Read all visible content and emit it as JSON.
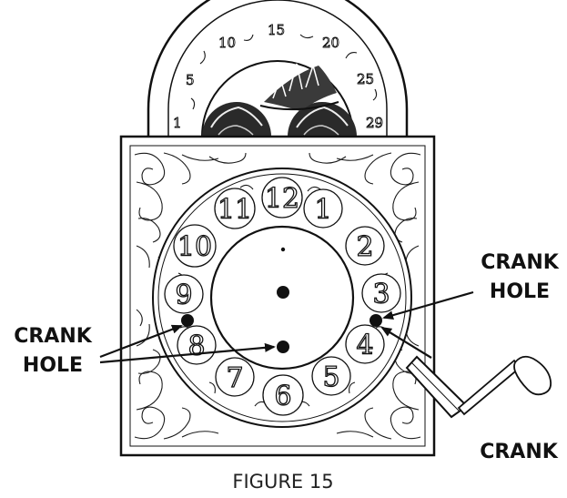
{
  "labels": {
    "crank_hole_right_line1": "CRANK",
    "crank_hole_right_line2": "HOLE",
    "crank_hole_left_line1": "CRANK",
    "crank_hole_left_line2": "HOLE",
    "crank": "CRANK"
  },
  "caption": "FIGURE 15",
  "dial_numerals": [
    "12",
    "1",
    "2",
    "3",
    "4",
    "5",
    "6",
    "7",
    "8",
    "9",
    "10",
    "11"
  ],
  "arch_numerals": [
    "1",
    "5",
    "10",
    "15",
    "20",
    "25",
    "29"
  ]
}
